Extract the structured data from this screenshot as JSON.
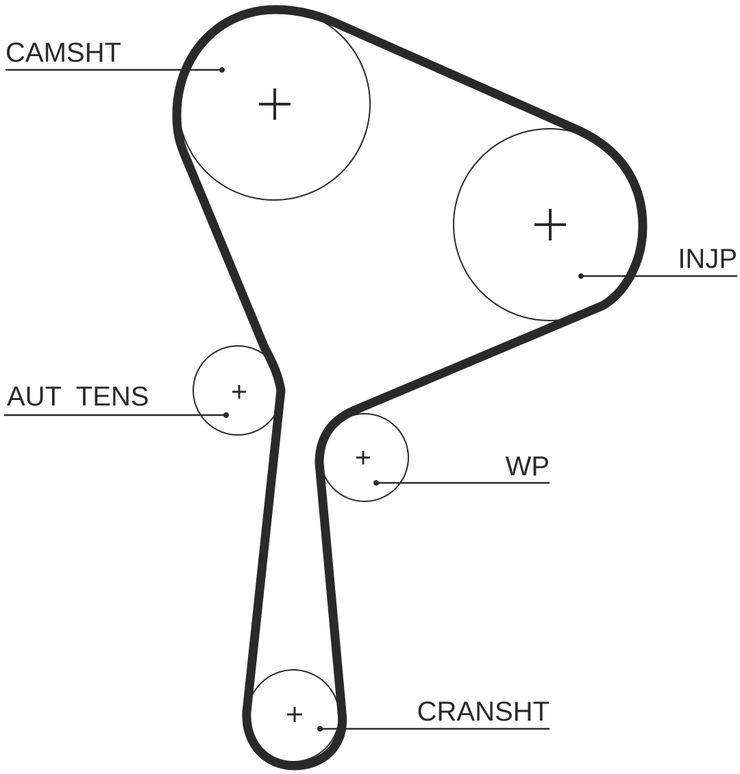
{
  "diagram": {
    "labels": {
      "camshaft": "CAMSHT",
      "injection_pump": "INJP",
      "auto_tensioner": "AUT  TENS",
      "water_pump": "WP",
      "crankshaft": "CRANSHT"
    },
    "colors": {
      "line": "#2a2a2a",
      "background": "#ffffff"
    }
  }
}
